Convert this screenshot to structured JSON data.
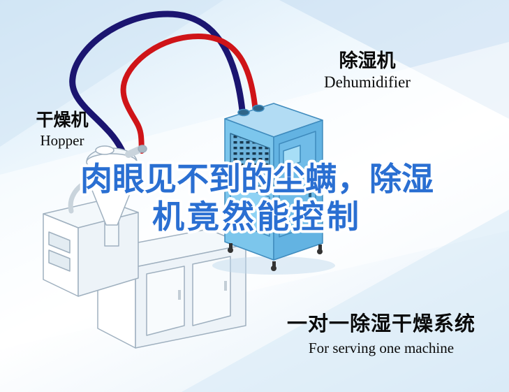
{
  "headline": {
    "line1": "肉眼见不到的尘螨，除湿",
    "line2": "机竟然能控制"
  },
  "dehumidifier_label": {
    "cn": "除湿机",
    "en": "Dehumidifier"
  },
  "hopper_label": {
    "cn": "干燥机",
    "en": "Hopper"
  },
  "footer_label": {
    "cn": "一对一除湿干燥系统",
    "en": "For serving one machine"
  },
  "colors": {
    "headline_blue": "#2a6fd2",
    "headline_outline": "#ffffff",
    "pipe_red": "#cf1418",
    "pipe_navy": "#1b1570",
    "dehumidifier_blue": "#7cc6ec",
    "machine_outline_gray": "#9fb0bf",
    "background_tint": "#d8eaf7",
    "label_text": "#0a0a0a"
  }
}
